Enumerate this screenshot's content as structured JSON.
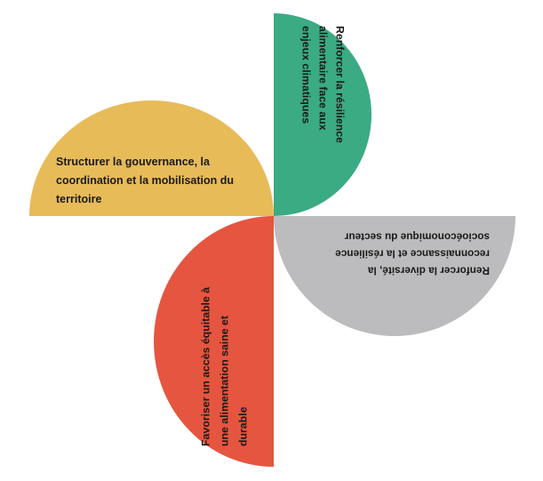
{
  "petals": {
    "green": {
      "color": "#3aab83",
      "lines": [
        "Renforcer la résilience",
        "alimentaire face aux",
        "enjeux climatiques"
      ]
    },
    "yellow": {
      "color": "#e8bb59",
      "lines": [
        "Structurer la gouvernance, la",
        "coordination et la mobilisation du",
        "territoire"
      ]
    },
    "grey": {
      "color": "#bcbcbe",
      "lines": [
        "Renforcer la diversité, la",
        "reconnaissance et la résilience",
        "socioéconomique du secteur"
      ]
    },
    "red": {
      "color": "#e6553f",
      "lines": [
        "Favoriser un accès équitable à",
        "une alimentation saine et",
        "durable"
      ]
    }
  }
}
